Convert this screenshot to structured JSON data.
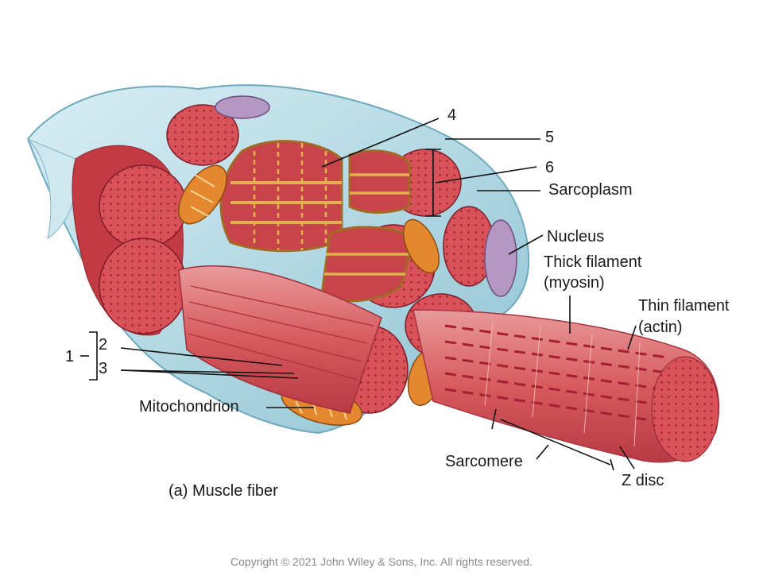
{
  "labels": {
    "n1": "1",
    "n2": "2",
    "n3": "3",
    "n4": "4",
    "n5": "5",
    "n6": "6",
    "sarcoplasm": "Sarcoplasm",
    "nucleus": "Nucleus",
    "thick_filament_line1": "Thick filament",
    "thick_filament_line2": "(myosin)",
    "thin_filament_line1": "Thin filament",
    "thin_filament_line2": "(actin)",
    "mitochondrion": "Mitochondrion",
    "sarcomere": "Sarcomere",
    "z_disc": "Z disc",
    "caption": "(a) Muscle fiber"
  },
  "copyright": "Copyright © 2021 John Wiley & Sons, Inc. All rights reserved.",
  "colors": {
    "sarcolemma_blue": "#a9d3e0",
    "myofibril_red": "#d2484e",
    "myofibril_light": "#e27a7c",
    "mitochondria_orange": "#e0892f",
    "reticulum_gold": "#d49a3c",
    "nucleus_purple": "#a98bb5"
  }
}
